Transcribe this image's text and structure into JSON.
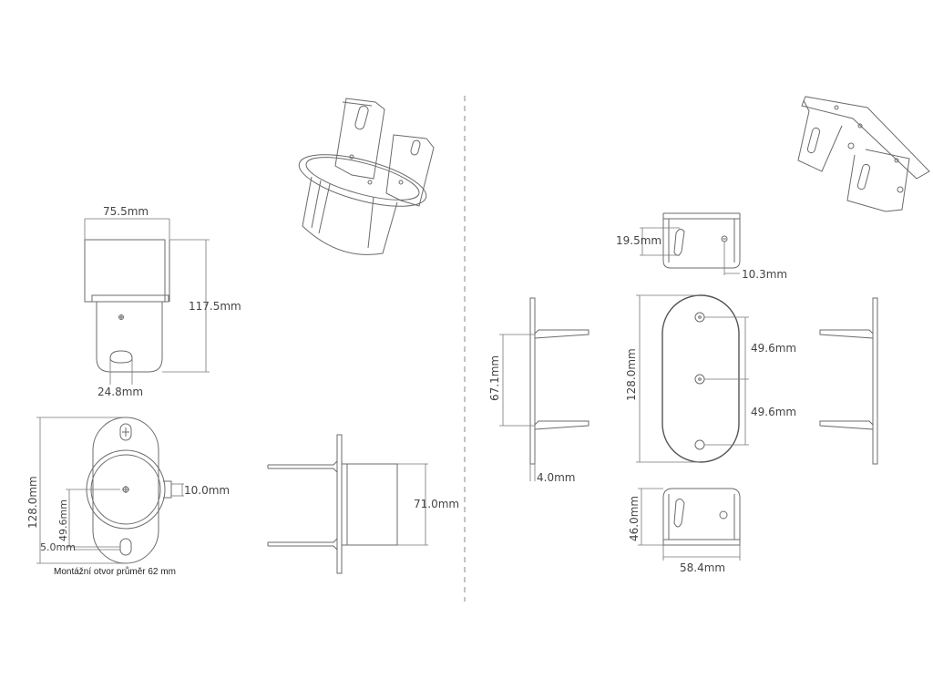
{
  "labels": {
    "d_75_5": "75.5mm",
    "d_117_5": "117.5mm",
    "d_24_8": "24.8mm",
    "d_128_left": "128.0mm",
    "d_49_6_left": "49.6mm",
    "d_10_0": "10.0mm",
    "d_5_0": "5.0mm",
    "d_71_0": "71.0mm",
    "caption": "Montážní otvor průměr 62 mm",
    "d_19_5": "19.5mm",
    "d_10_3": "10.3mm",
    "d_67_1": "67.1mm",
    "d_4_0": "4.0mm",
    "d_128_right": "128.0mm",
    "d_49_6_a": "49.6mm",
    "d_49_6_b": "49.6mm",
    "d_46_0": "46.0mm",
    "d_58_4": "58.4mm"
  },
  "colors": {
    "line": "#6b6b6b",
    "text": "#444444",
    "divider": "#888888"
  }
}
